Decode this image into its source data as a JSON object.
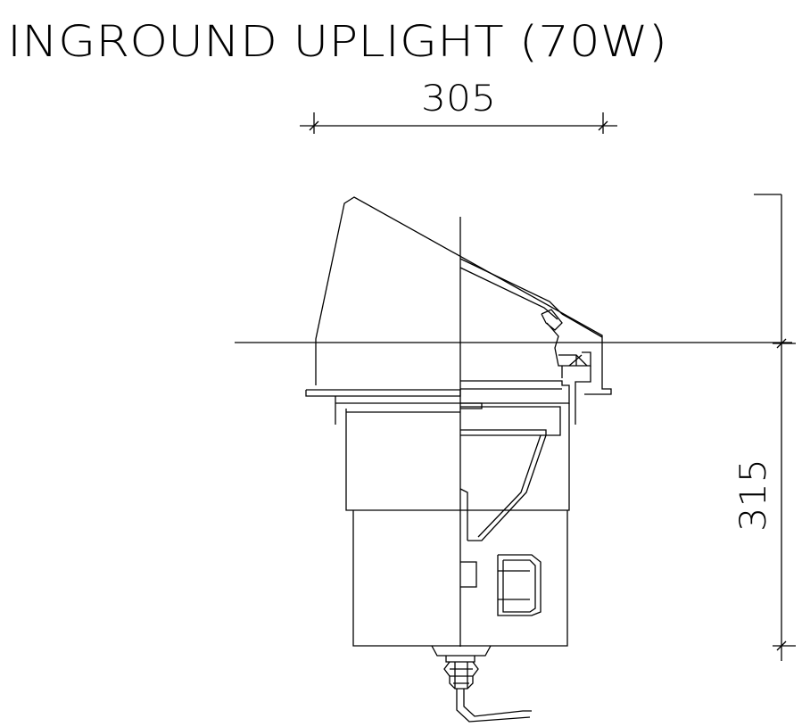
{
  "drawing": {
    "title": "INGROUND UPLIGHT (70W)",
    "dimensions": {
      "width_label": "305",
      "height_label": "315"
    }
  }
}
